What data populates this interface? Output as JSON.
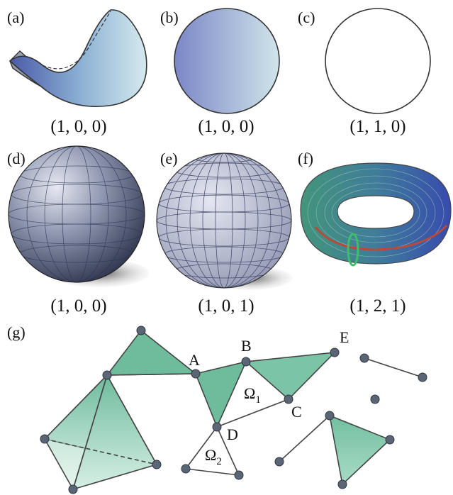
{
  "panels": {
    "a": {
      "label": "(a)",
      "caption": "(1, 0, 0)"
    },
    "b": {
      "label": "(b)",
      "caption": "(1, 0, 0)"
    },
    "c": {
      "label": "(c)",
      "caption": "(1, 1, 0)"
    },
    "d": {
      "label": "(d)",
      "caption": "(1, 0, 0)"
    },
    "e": {
      "label": "(e)",
      "caption": "(1, 0, 1)"
    },
    "f": {
      "label": "(f)",
      "caption": "(1, 2, 1)"
    },
    "g": {
      "label": "(g)"
    }
  },
  "graph": {
    "vertex_labels": {
      "A": "A",
      "B": "B",
      "C": "C",
      "D": "D",
      "E": "E"
    },
    "region_labels": {
      "omega1": {
        "base": "Ω",
        "sub": "1"
      },
      "omega2": {
        "base": "Ω",
        "sub": "2"
      }
    }
  },
  "colors": {
    "teal_fill": "#7cc4a8",
    "teal_light": "#c8e8dc",
    "edge": "#444444",
    "vertex": "#5a6676",
    "surface_blue": "#6f7fbf",
    "surface_light": "#cfe3ea",
    "sphere_dark": "#2e3550",
    "torus_blue": "#2f4fa3",
    "torus_green": "#3ca87a"
  }
}
